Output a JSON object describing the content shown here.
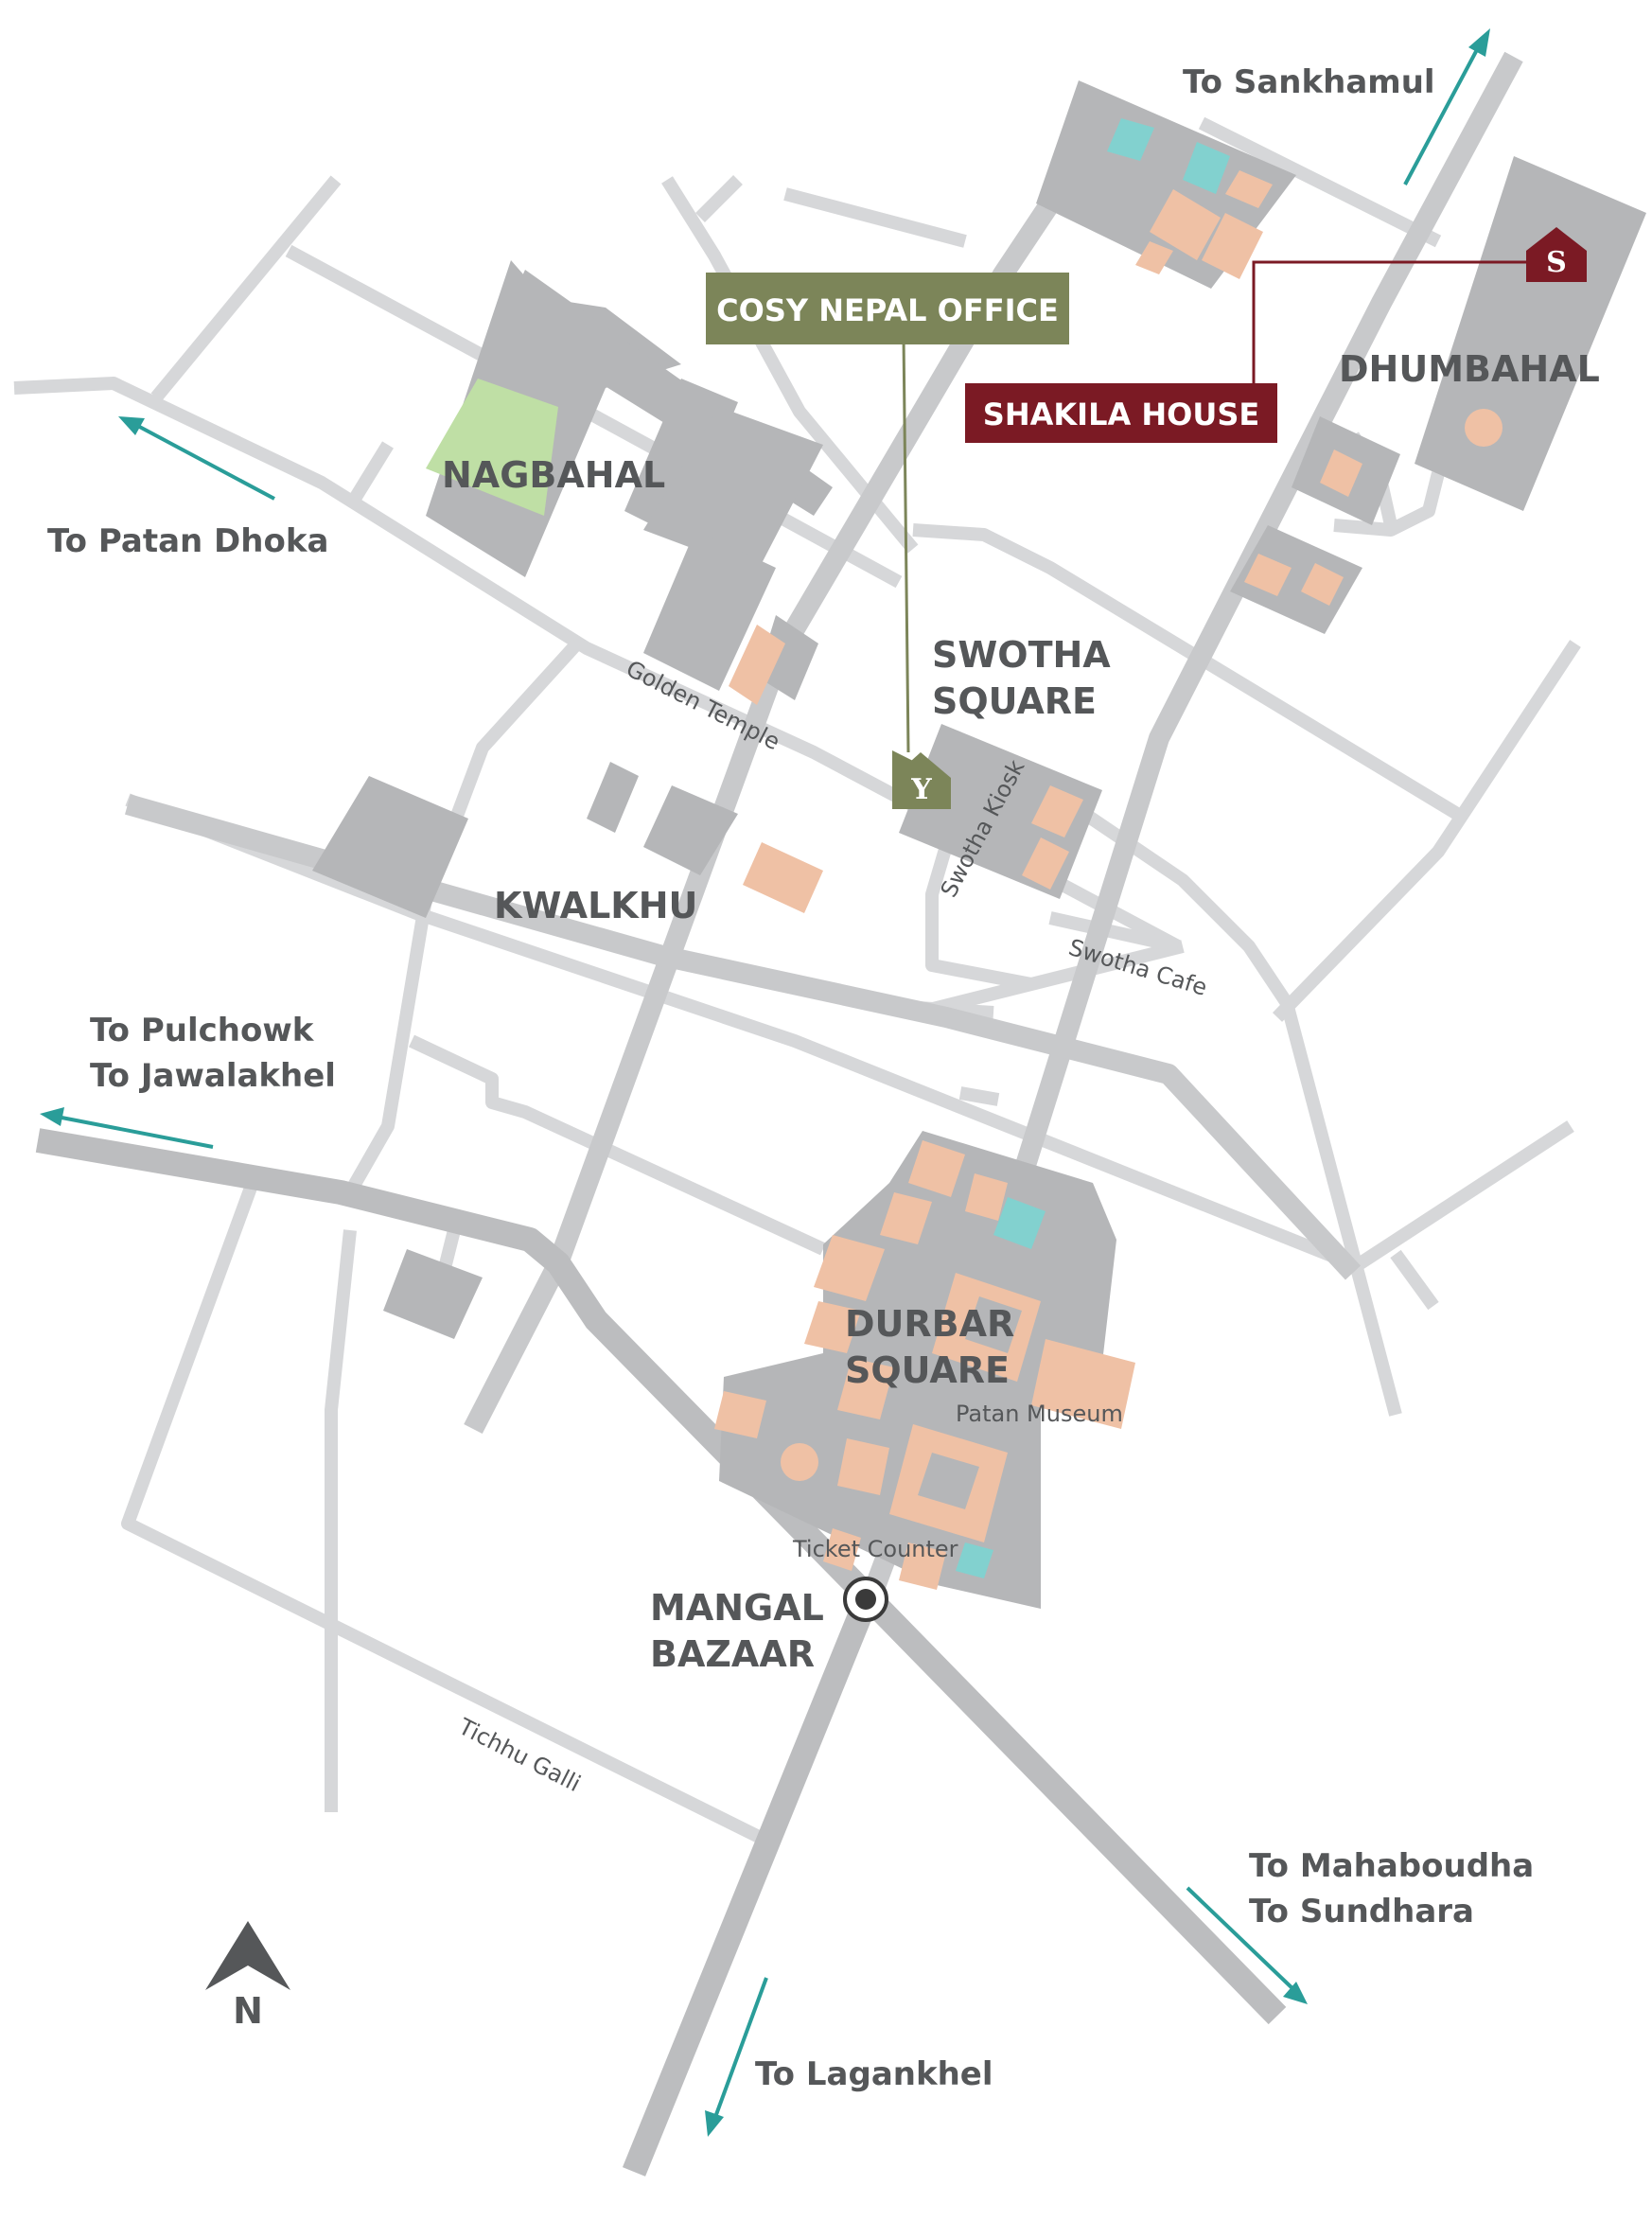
{
  "colors": {
    "background": "#ffffff",
    "road": "#d6d7d9",
    "block": "#b5b6b8",
    "temple": "#efc1a5",
    "pond": "#82d1cf",
    "park": "#bfdfa5",
    "arrow": "#2a9d99",
    "office": "#7c8559",
    "house": "#7b1a24",
    "text": "#555759"
  },
  "areas": {
    "nagbahal": "NAGBAHAL",
    "swotha_1": "SWOTHA",
    "swotha_2": "SQUARE",
    "kwalkhu": "KWALKHU",
    "dhumbahal": "DHUMBAHAL",
    "durbar_1": "DURBAR",
    "durbar_2": "SQUARE",
    "mangal_1": "MANGAL",
    "mangal_2": "BAZAAR"
  },
  "destinations": {
    "sankhamul": "To Sankhamul",
    "patan_dhoka": "To Patan Dhoka",
    "pulchowk": "To Pulchowk",
    "jawalakhel": "To Jawalakhel",
    "mahaboudha": "To Mahaboudha",
    "sundhara": "To Sundhara",
    "lagankhel": "To Lagankhel"
  },
  "streets": {
    "golden_temple": "Golden Temple",
    "swotha_kiosk": "Swotha Kiosk",
    "swotha_cafe": "Swotha Cafe",
    "patan_museum": "Patan Museum",
    "ticket_counter": "Ticket Counter",
    "tichhu_galli": "Tichhu Galli"
  },
  "markers": {
    "office_label": "COSY NEPAL OFFICE",
    "office_letter": "Y",
    "house_label": "SHAKILA HOUSE",
    "house_letter": "S"
  },
  "north": "N"
}
